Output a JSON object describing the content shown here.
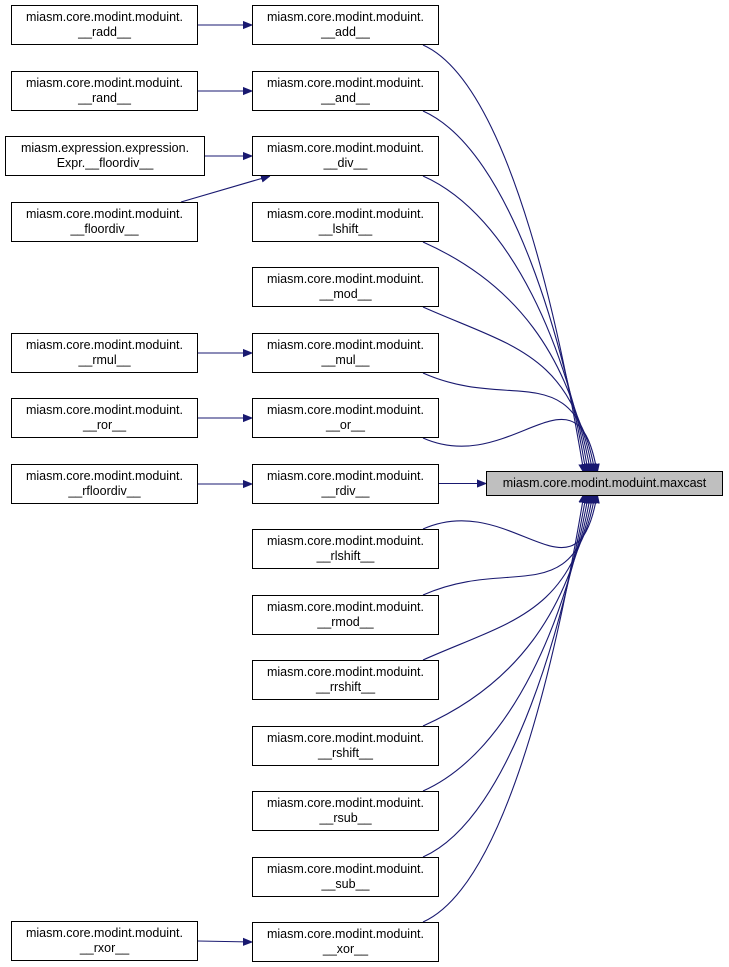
{
  "target": {
    "label": "miasm.core.modint.moduint.maxcast"
  },
  "middle": [
    {
      "id": "add",
      "line1": "miasm.core.modint.moduint.",
      "line2": "__add__"
    },
    {
      "id": "and",
      "line1": "miasm.core.modint.moduint.",
      "line2": "__and__"
    },
    {
      "id": "div",
      "line1": "miasm.core.modint.moduint.",
      "line2": "__div__"
    },
    {
      "id": "lshift",
      "line1": "miasm.core.modint.moduint.",
      "line2": "__lshift__"
    },
    {
      "id": "mod",
      "line1": "miasm.core.modint.moduint.",
      "line2": "__mod__"
    },
    {
      "id": "mul",
      "line1": "miasm.core.modint.moduint.",
      "line2": "__mul__"
    },
    {
      "id": "or",
      "line1": "miasm.core.modint.moduint.",
      "line2": "__or__"
    },
    {
      "id": "rdiv",
      "line1": "miasm.core.modint.moduint.",
      "line2": "__rdiv__"
    },
    {
      "id": "rlshift",
      "line1": "miasm.core.modint.moduint.",
      "line2": "__rlshift__"
    },
    {
      "id": "rmod",
      "line1": "miasm.core.modint.moduint.",
      "line2": "__rmod__"
    },
    {
      "id": "rrshift",
      "line1": "miasm.core.modint.moduint.",
      "line2": "__rrshift__"
    },
    {
      "id": "rshift",
      "line1": "miasm.core.modint.moduint.",
      "line2": "__rshift__"
    },
    {
      "id": "rsub",
      "line1": "miasm.core.modint.moduint.",
      "line2": "__rsub__"
    },
    {
      "id": "sub",
      "line1": "miasm.core.modint.moduint.",
      "line2": "__sub__"
    },
    {
      "id": "xor",
      "line1": "miasm.core.modint.moduint.",
      "line2": "__xor__"
    }
  ],
  "left": [
    {
      "id": "radd",
      "line1": "miasm.core.modint.moduint.",
      "line2": "__radd__",
      "calls": "add"
    },
    {
      "id": "rand",
      "line1": "miasm.core.modint.moduint.",
      "line2": "__rand__",
      "calls": "and"
    },
    {
      "id": "expr_floordiv",
      "line1": "miasm.expression.expression.",
      "line2": "Expr.__floordiv__",
      "calls": "div"
    },
    {
      "id": "floordiv",
      "line1": "miasm.core.modint.moduint.",
      "line2": "__floordiv__",
      "calls": "div"
    },
    {
      "id": "rmul",
      "line1": "miasm.core.modint.moduint.",
      "line2": "__rmul__",
      "calls": "mul"
    },
    {
      "id": "ror",
      "line1": "miasm.core.modint.moduint.",
      "line2": "__ror__",
      "calls": "or"
    },
    {
      "id": "rfloordiv",
      "line1": "miasm.core.modint.moduint.",
      "line2": "__rfloordiv__",
      "calls": "rdiv"
    },
    {
      "id": "rxor",
      "line1": "miasm.core.modint.moduint.",
      "line2": "__rxor__",
      "calls": "xor"
    }
  ],
  "colors": {
    "edge": "#191970",
    "target_fill": "#bfbfbf",
    "node_border": "#000000"
  }
}
